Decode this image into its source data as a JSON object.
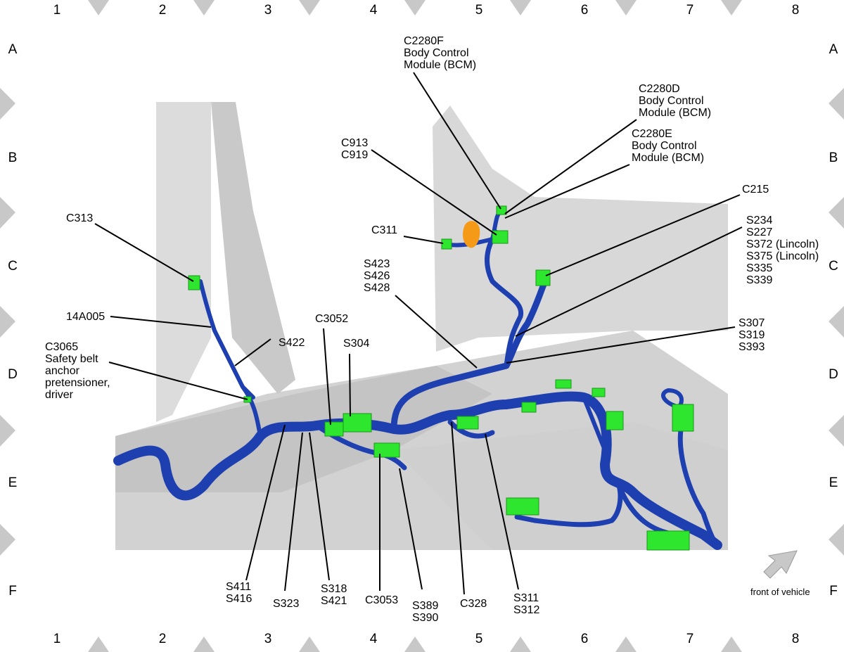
{
  "grid": {
    "columns": [
      "1",
      "2",
      "3",
      "4",
      "5",
      "6",
      "7",
      "8"
    ],
    "rows": [
      "A",
      "B",
      "C",
      "D",
      "E",
      "F"
    ]
  },
  "labels": {
    "c2280f": [
      "C2280F",
      "Body Control",
      "Module (BCM)"
    ],
    "c2280d": [
      "C2280D",
      "Body Control",
      "Module (BCM)"
    ],
    "c2280e": [
      "C2280E",
      "Body Control",
      "Module (BCM)"
    ],
    "c913": [
      "C913",
      "C919"
    ],
    "c215": [
      "C215"
    ],
    "c313": [
      "C313"
    ],
    "c311": [
      "C311"
    ],
    "s234": [
      "S234",
      "S227",
      "S372 (Lincoln)",
      "S375 (Lincoln)",
      "S335",
      "S339"
    ],
    "s423": [
      "S423",
      "S426",
      "S428"
    ],
    "harness": [
      "14A005"
    ],
    "s307": [
      "S307",
      "S319",
      "S393"
    ],
    "c3052": [
      "C3052"
    ],
    "s422": [
      "S422"
    ],
    "s304": [
      "S304"
    ],
    "c3065": [
      "C3065",
      "Safety belt",
      "anchor",
      "pretensioner,",
      "driver"
    ],
    "s411": [
      "S411",
      "S416"
    ],
    "s323": [
      "S323"
    ],
    "s318": [
      "S318",
      "S421"
    ],
    "c3053": [
      "C3053"
    ],
    "s389": [
      "S389",
      "S390"
    ],
    "c328": [
      "C328"
    ],
    "s311": [
      "S311",
      "S312"
    ]
  },
  "front_of_vehicle": "front of vehicle",
  "colors": {
    "harness": "#1e3fb0",
    "connector": "#2ee62e",
    "orange_component": "#f59a16",
    "body_panel": "#d9d9d9",
    "border_diamond": "#c8c8c8"
  }
}
